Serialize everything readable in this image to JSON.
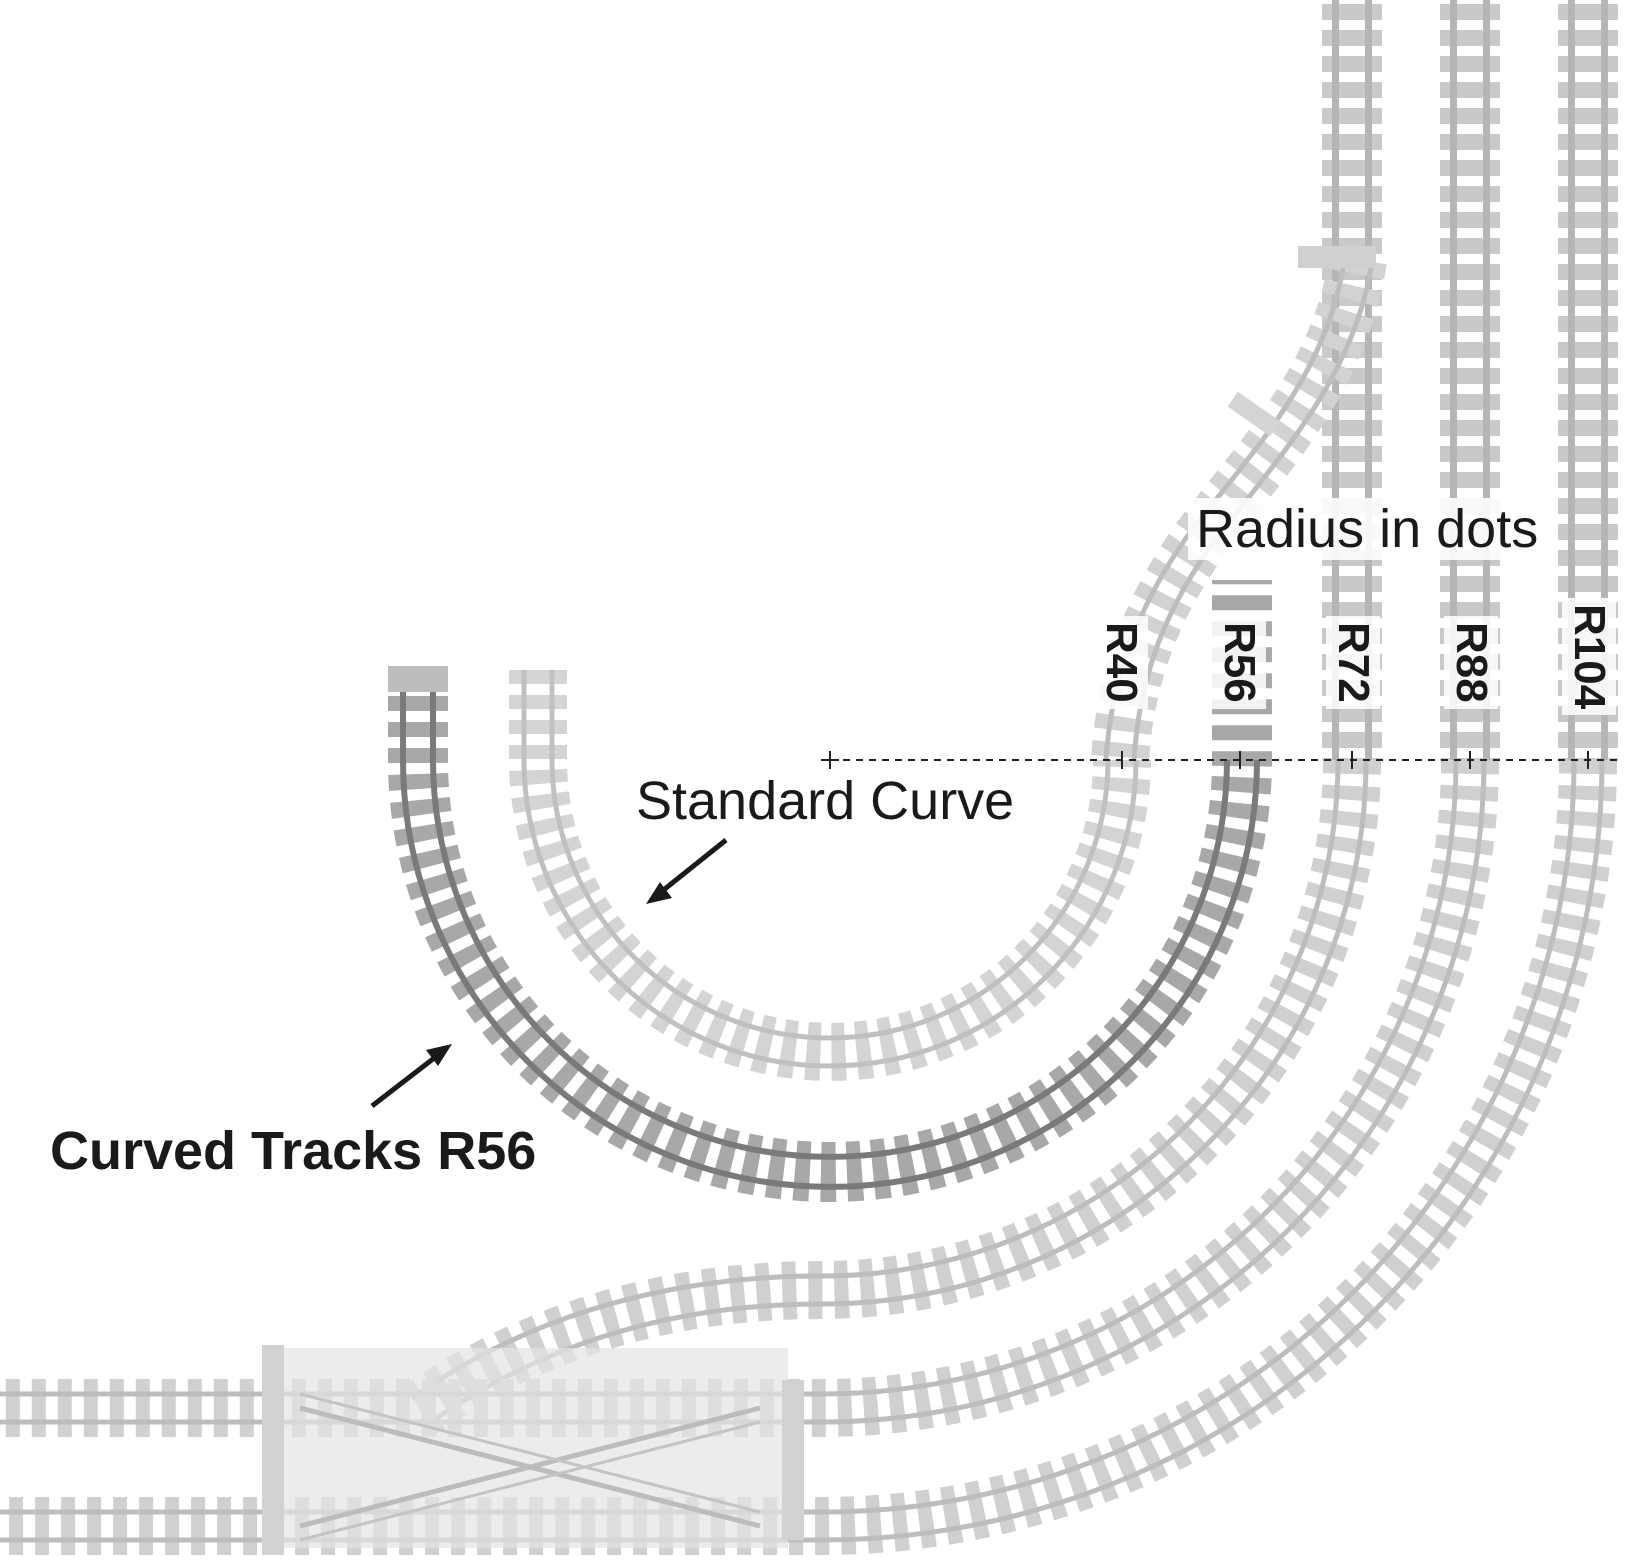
{
  "title": "Radius in dots",
  "radius_labels": [
    "R40",
    "R56",
    "R72",
    "R88",
    "R104"
  ],
  "annotations": {
    "standard_curve": "Standard Curve",
    "curved_tracks": "Curved Tracks R56"
  },
  "colors": {
    "track_light": "#c8c8c8",
    "track_light_rail": "#b4b4b4",
    "track_dark": "#8e8e8e",
    "track_dark_rail": "#737373",
    "text": "#1a1a1a",
    "background": "#ffffff"
  }
}
